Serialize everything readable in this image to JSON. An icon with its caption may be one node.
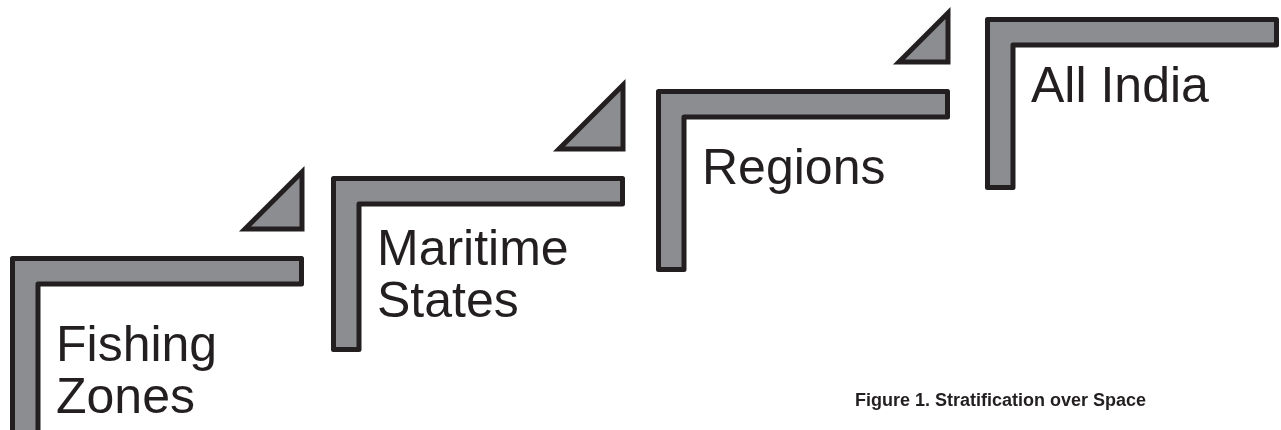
{
  "diagram": {
    "caption": "Figure 1. Stratification over Space",
    "nodes": [
      {
        "text": [
          "Fishing Zones"
        ]
      },
      {
        "text": [
          "Maritime States"
        ]
      },
      {
        "text": [
          "Regions"
        ]
      },
      {
        "text": [
          "All India"
        ]
      }
    ]
  }
}
